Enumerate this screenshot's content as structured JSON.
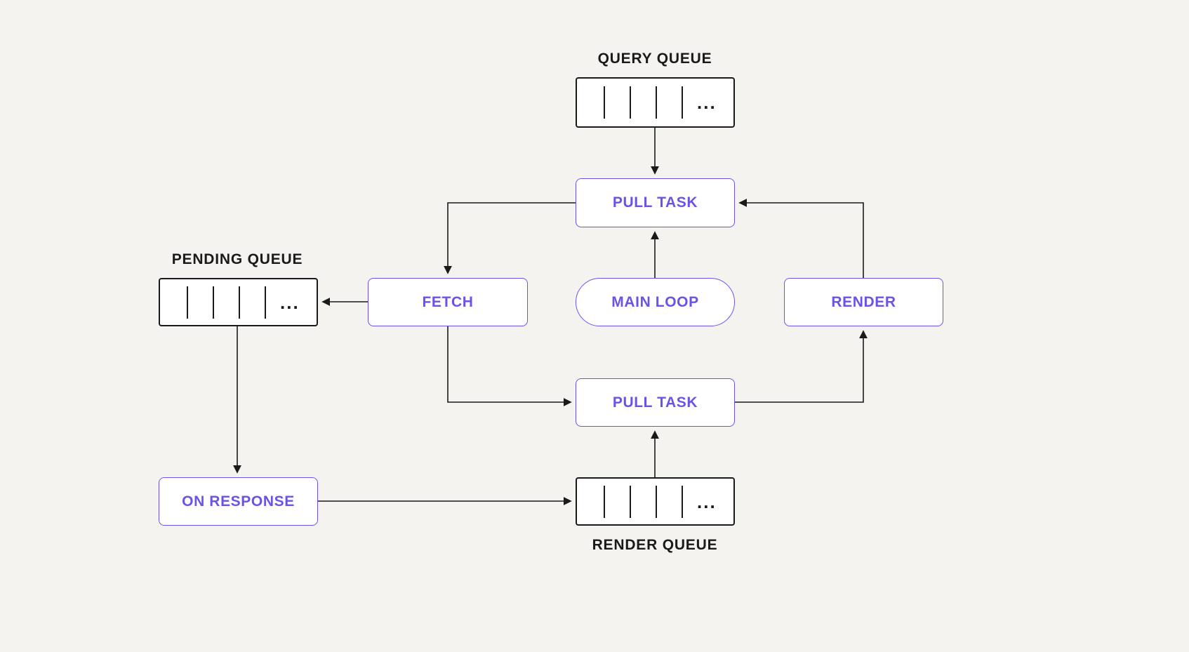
{
  "diagram": {
    "type": "flow-diagram",
    "colors": {
      "accent": "#6C52E8",
      "ink": "#1A1A1A",
      "background": "#F5F3F0",
      "node_fill": "#FFFFFF"
    },
    "nodes": {
      "query_queue": {
        "label": "QUERY QUEUE",
        "kind": "queue",
        "slots": 4,
        "ellipsis": "..."
      },
      "pull_task_top": {
        "label": "PULL TASK",
        "kind": "task"
      },
      "fetch": {
        "label": "FETCH",
        "kind": "task"
      },
      "main_loop": {
        "label": "MAIN LOOP",
        "kind": "pill"
      },
      "render": {
        "label": "RENDER",
        "kind": "task"
      },
      "pending_queue": {
        "label": "PENDING QUEUE",
        "kind": "queue",
        "slots": 4,
        "ellipsis": "..."
      },
      "pull_task_bottom": {
        "label": "PULL TASK",
        "kind": "task"
      },
      "on_response": {
        "label": "ON RESPONSE",
        "kind": "task"
      },
      "render_queue": {
        "label": "RENDER QUEUE",
        "kind": "queue",
        "slots": 4,
        "ellipsis": "..."
      }
    },
    "edges": [
      {
        "from": "query_queue",
        "to": "pull_task_top"
      },
      {
        "from": "main_loop",
        "to": "pull_task_top"
      },
      {
        "from": "pull_task_top",
        "to": "fetch"
      },
      {
        "from": "fetch",
        "to": "pending_queue"
      },
      {
        "from": "fetch",
        "to": "pull_task_bottom"
      },
      {
        "from": "pending_queue",
        "to": "on_response"
      },
      {
        "from": "on_response",
        "to": "render_queue"
      },
      {
        "from": "render_queue",
        "to": "pull_task_bottom"
      },
      {
        "from": "pull_task_bottom",
        "to": "render"
      },
      {
        "from": "render",
        "to": "pull_task_top"
      }
    ]
  }
}
